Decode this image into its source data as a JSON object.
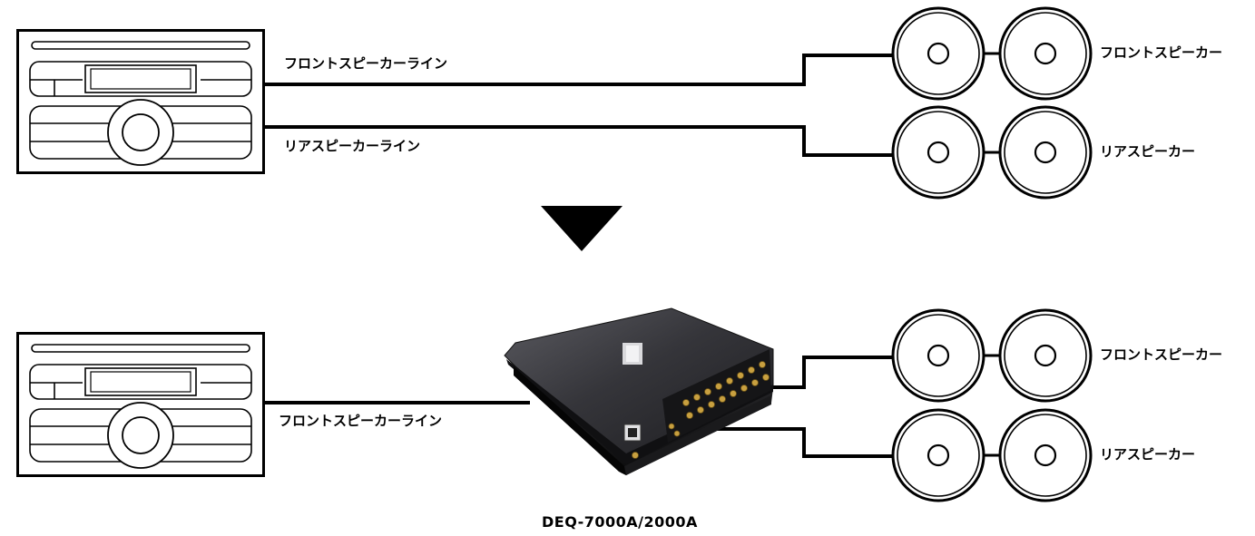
{
  "diagram": {
    "before": {
      "line_front_label": "フロントスピーカーライン",
      "line_rear_label": "リアスピーカーライン",
      "speaker_front_label": "フロントスピーカー",
      "speaker_rear_label": "リアスピーカー"
    },
    "after": {
      "line_front_label": "フロントスピーカーライン",
      "speaker_front_label": "フロントスピーカー",
      "speaker_rear_label": "リアスピーカー",
      "processor_model": "DEQ-7000A/2000A"
    },
    "arrow_icon": "down-triangle-icon",
    "colors": {
      "line": "#000000",
      "processor_body": "#2b2b2e",
      "terminals": "#b8912e"
    }
  }
}
